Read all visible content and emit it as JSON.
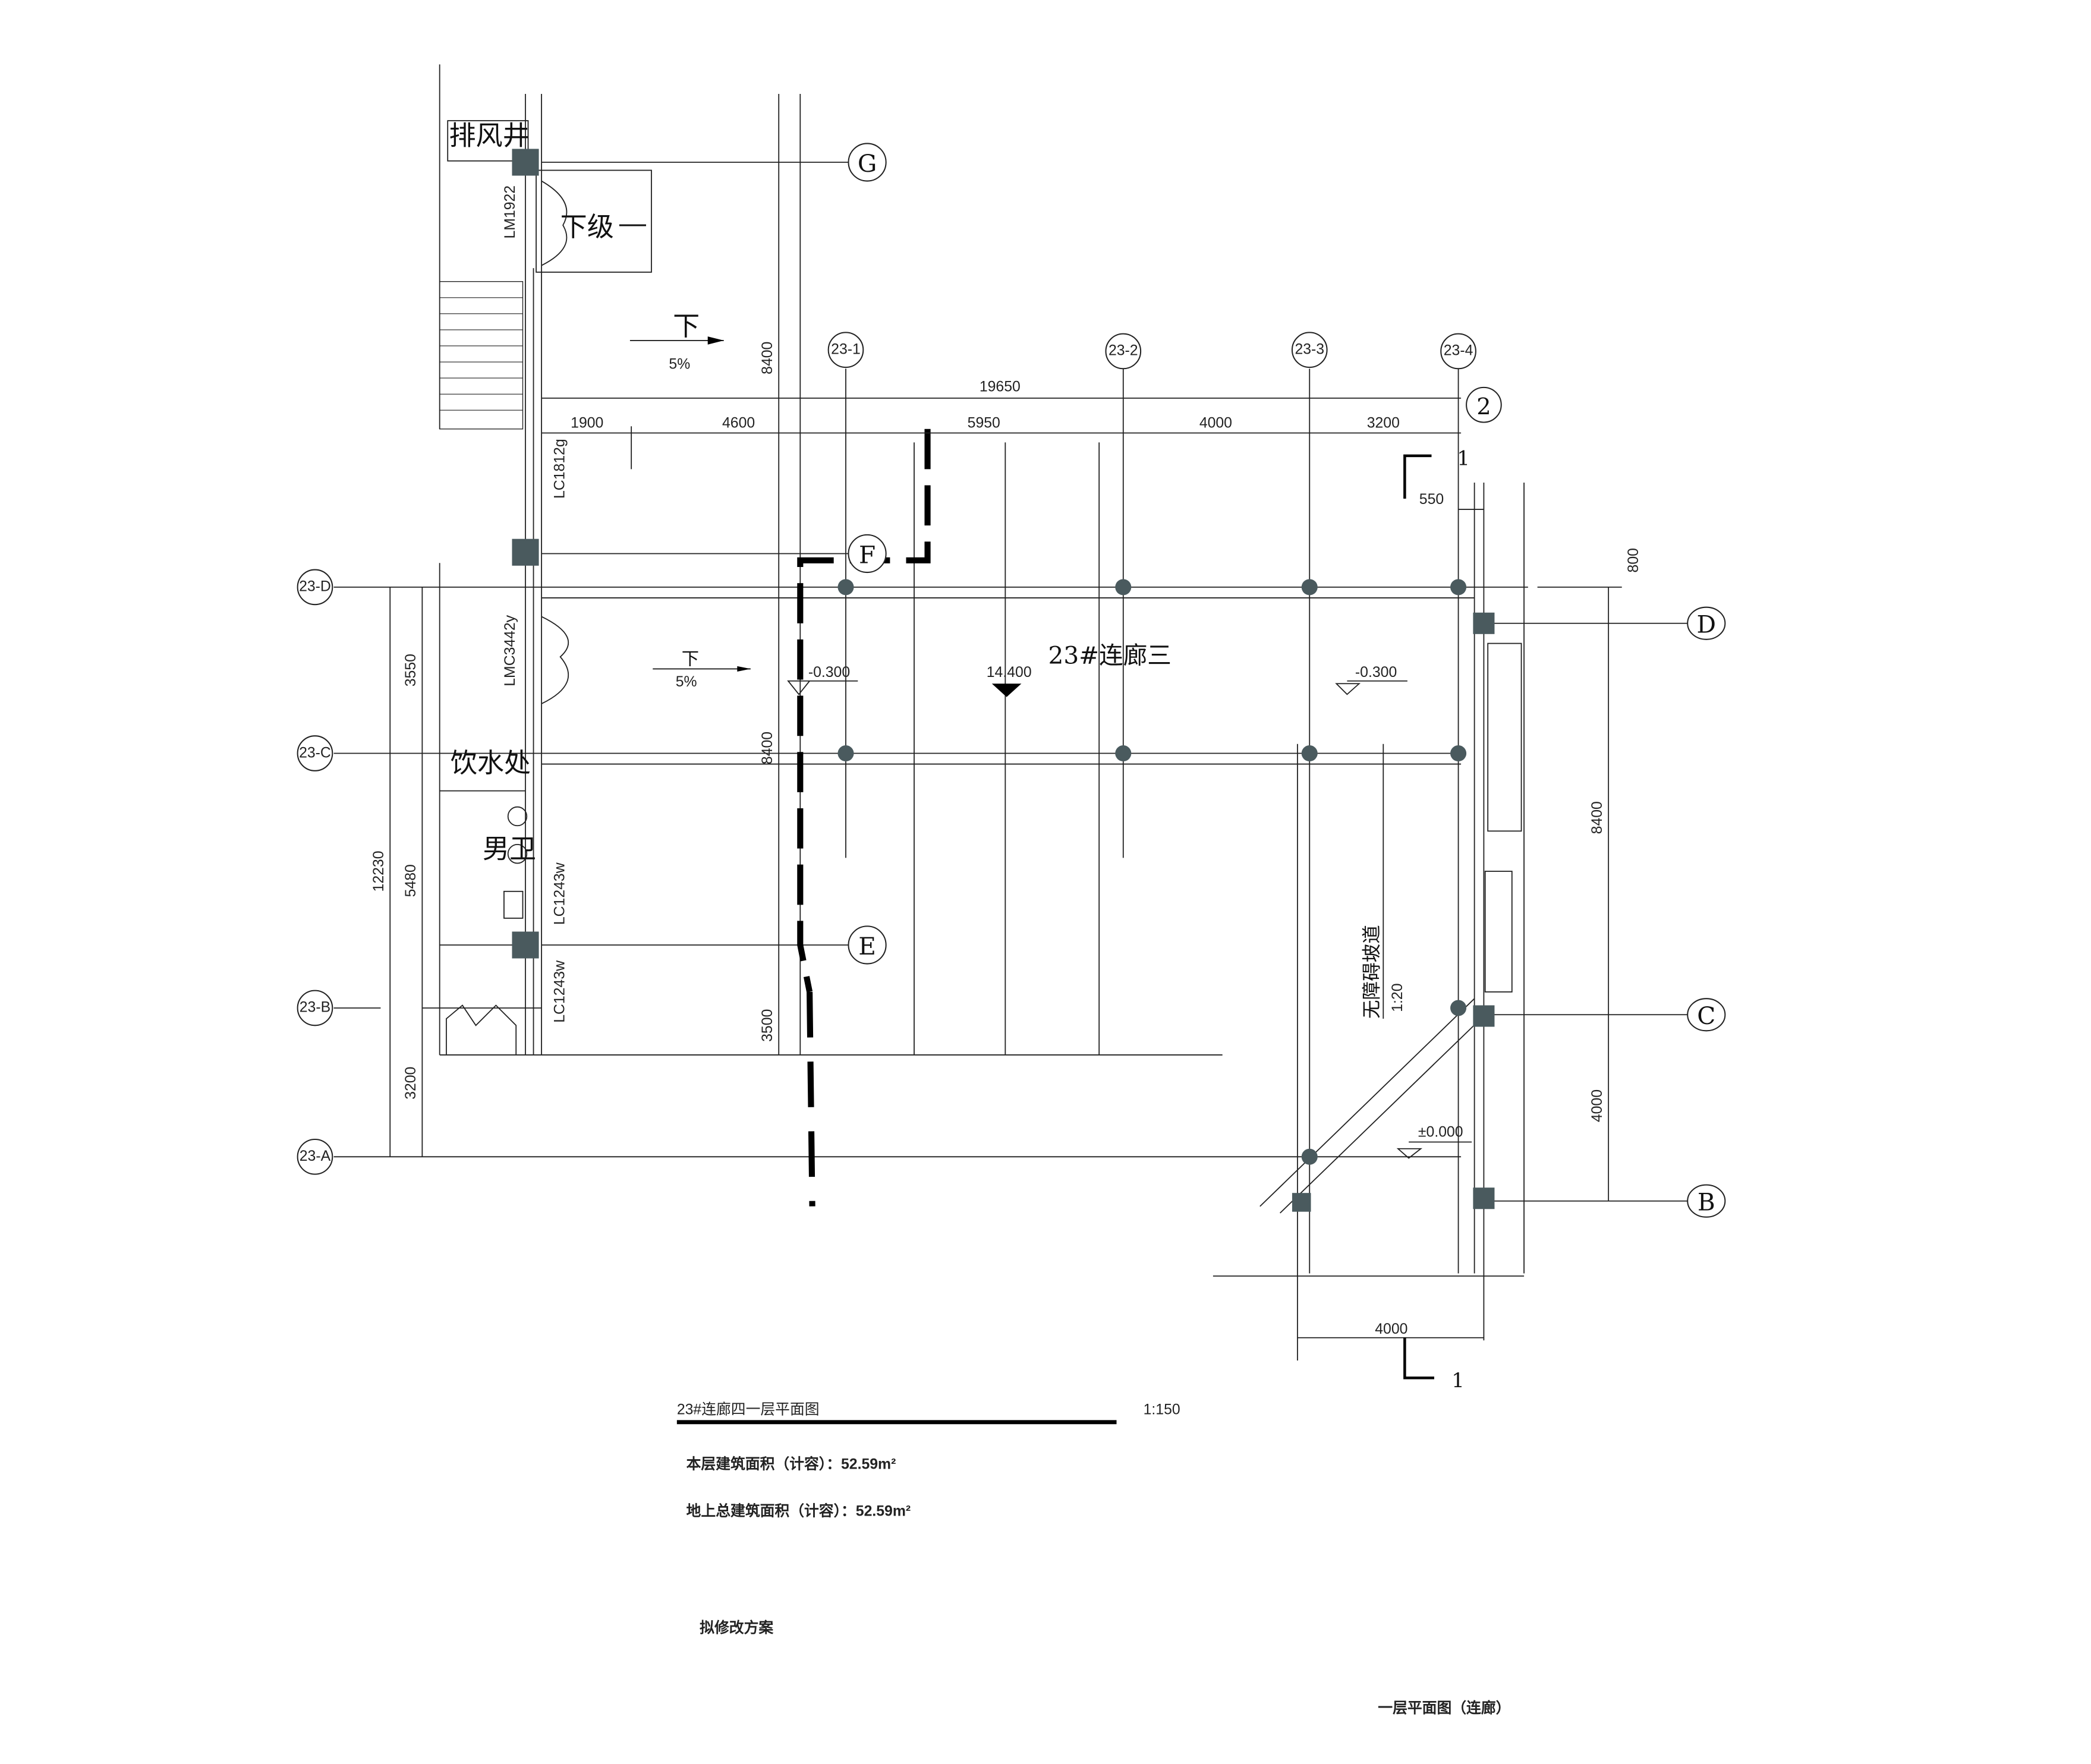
{
  "axes": {
    "top_letter": [
      "G",
      "F",
      "E"
    ],
    "numbered": [
      "23-1",
      "23-2",
      "23-3",
      "23-4"
    ],
    "right_circle": "2",
    "left": [
      "23-D",
      "23-C",
      "23-B",
      "23-A"
    ],
    "right": [
      "D",
      "C",
      "B"
    ]
  },
  "dims": {
    "overall_top": "19650",
    "top": [
      "1900",
      "4600",
      "5950",
      "4000",
      "3200"
    ],
    "left_total": "12230",
    "left": [
      "3550",
      "5480",
      "3200"
    ],
    "vertical_mid": [
      "8400",
      "8400",
      "3500"
    ],
    "right": [
      "800",
      "8400",
      "4000"
    ],
    "bottom": "4000",
    "section_offset": "550"
  },
  "section_mark": "1",
  "labels": {
    "exhaust_shaft": "排风井",
    "down_stairs": "下级",
    "down": "下",
    "slope": "5%",
    "elev_neg": "-0.300",
    "elev_mid": "14.400",
    "corridor_3": "23#连廊三",
    "drinking": "饮水处",
    "mens_wc": "男卫",
    "ramp": "无障碍坡道",
    "ramp_slope": "1:20",
    "elev_zero": "±0.000",
    "door1": "LM1922",
    "win1": "LC1812g",
    "door2": "LMC3442y",
    "win2": "LC1243w"
  },
  "title": {
    "main": "23#连廊四一层平面图",
    "scale": "1:150",
    "area_floor": "本层建筑面积（计容）：52.59m²",
    "area_total": "地上总建筑面积（计容）：52.59m²",
    "proposal": "拟修改方案",
    "sheet": "一层平面图（连廊）"
  },
  "colors": {
    "proposal": "#ff2a1a",
    "column": "#4a5a5e"
  }
}
